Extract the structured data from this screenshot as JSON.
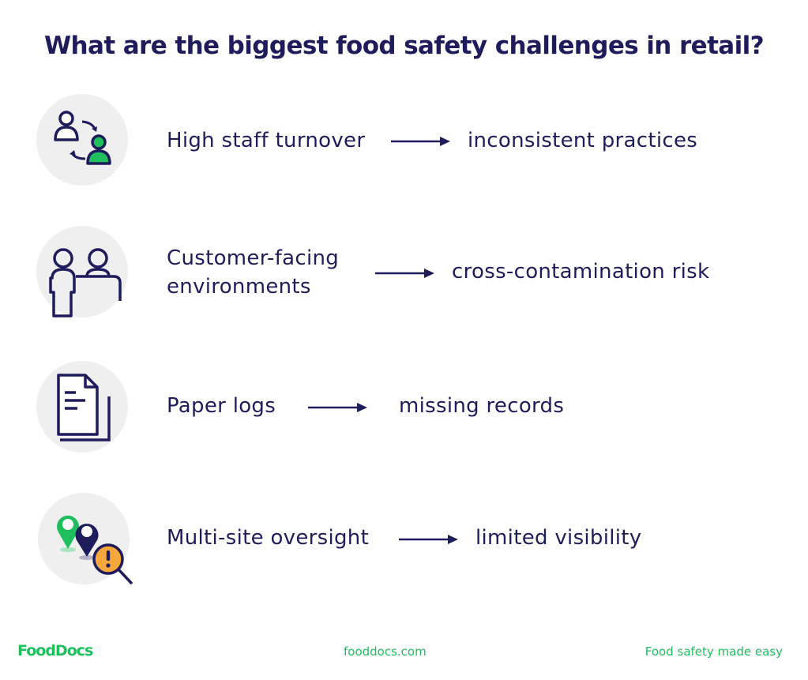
{
  "title": "What are the biggest food safety challenges in retail?",
  "colors": {
    "navy": "#1f1c5c",
    "green": "#1fbf5e",
    "orange": "#f5a73b",
    "circle_bg": "#efefef"
  },
  "challenges": [
    {
      "icon": "staff-rotation-icon",
      "cause": "High staff turnover",
      "effect": "inconsistent practices"
    },
    {
      "icon": "customer-counter-icon",
      "cause_line1": "Customer-facing",
      "cause_line2": "environments",
      "effect": "cross-contamination risk"
    },
    {
      "icon": "paper-documents-icon",
      "cause": "Paper logs",
      "effect": "missing records"
    },
    {
      "icon": "location-pins-alert-icon",
      "cause": "Multi-site oversight",
      "effect": "limited visibility"
    }
  ],
  "footer": {
    "logo": "FoodDocs",
    "website": "fooddocs.com",
    "tagline": "Food safety made easy"
  }
}
